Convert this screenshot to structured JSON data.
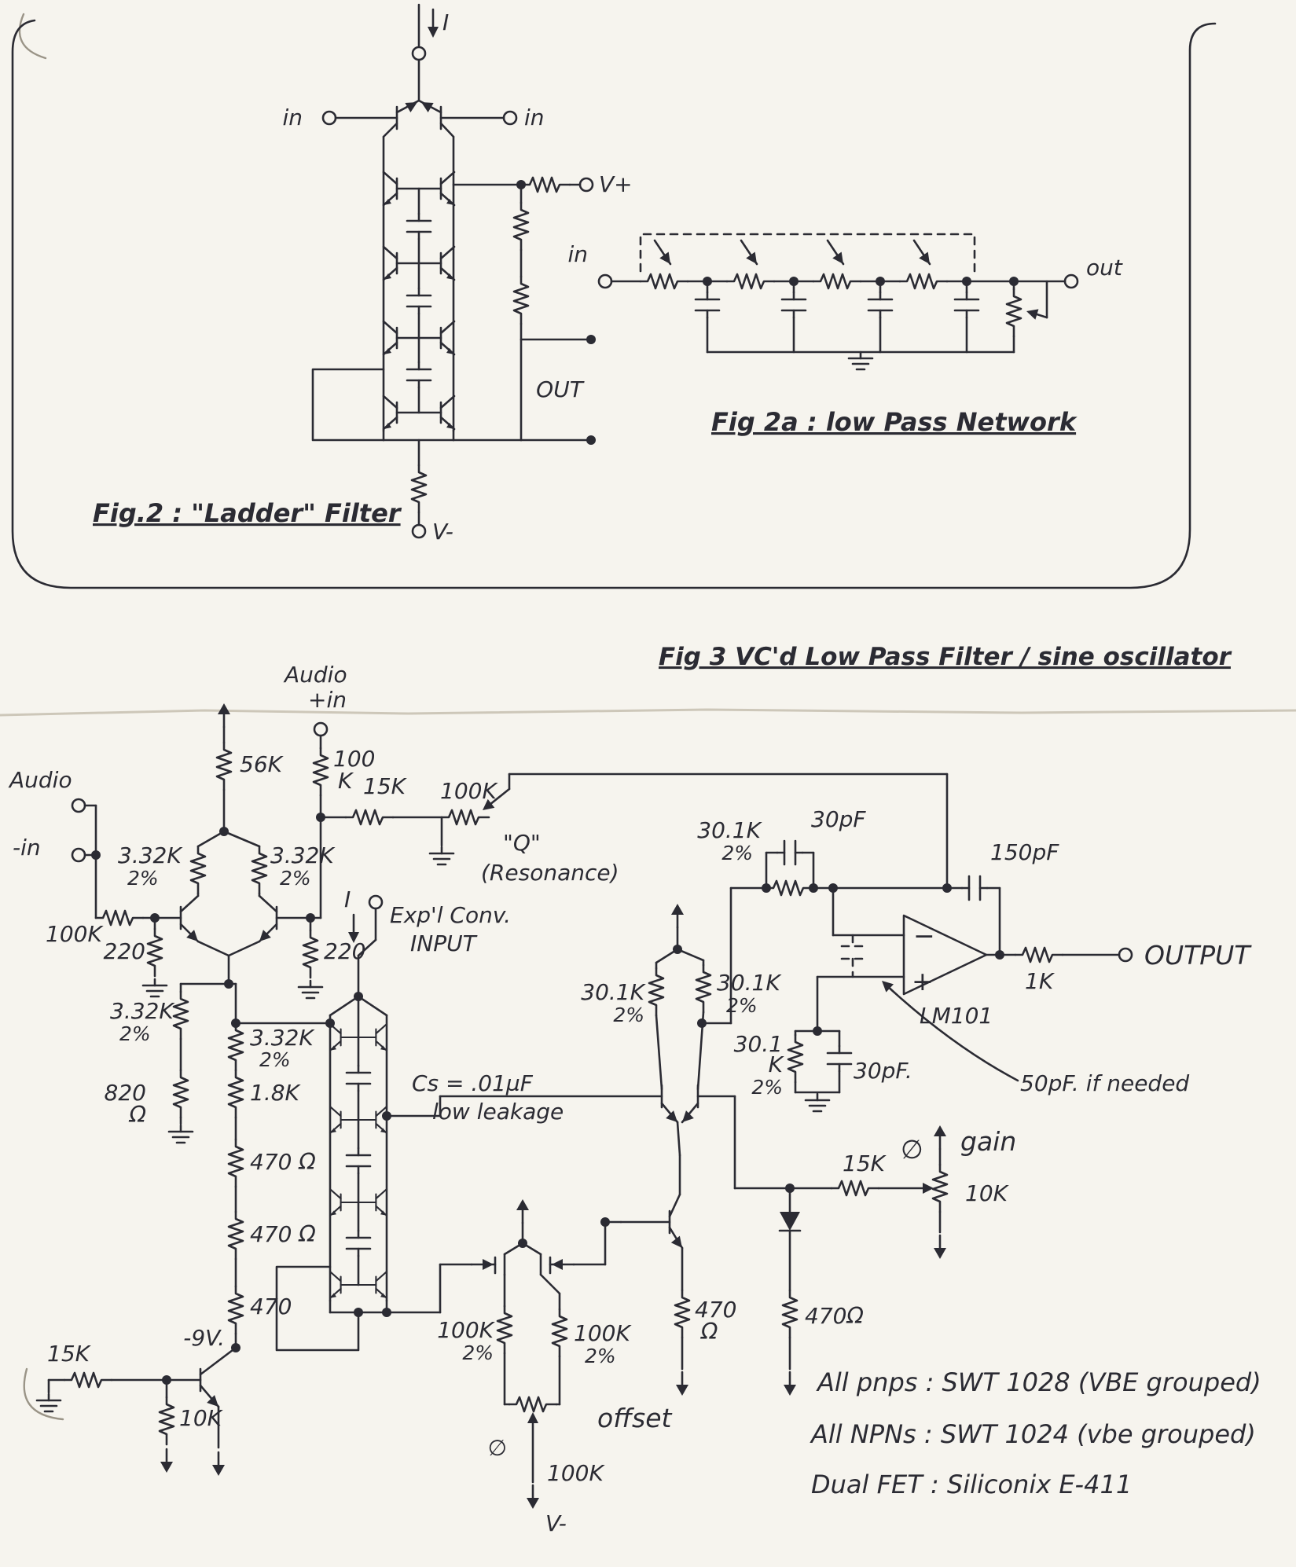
{
  "page": {
    "bg": "#f6f4ee",
    "ink": "#2b2b33"
  },
  "fig2": {
    "caption": "Fig.2 : \"Ladder\" Filter",
    "i": "I",
    "in_left": "in",
    "in_right": "in",
    "vplus": "V+",
    "out": "OUT",
    "vminus": "V-"
  },
  "fig2a": {
    "caption": "Fig 2a : low Pass Network",
    "in": "in",
    "out": "out"
  },
  "fig3": {
    "title": "Fig 3  VC'd Low Pass Filter / sine oscillator",
    "audio_top": "Audio",
    "plus_in": "+in",
    "audio_left": "Audio",
    "minus_in": "-in",
    "r56k": "56K",
    "r100_line1": "100",
    "r100_line2": "K",
    "r15k_q": "15K",
    "pot_q": "100K",
    "q": "\"Q\"",
    "resonance": "(Resonance)",
    "r332k": "3.32K",
    "pct": "2%",
    "r100k_in": "100K",
    "r220_l": "220",
    "r220_r": "220",
    "i": "I",
    "expl": "Exp'l Conv.",
    "input": "INPUT",
    "r820": "820",
    "ohm": "Ω",
    "r18k": "1.8K",
    "cs": "Cs = .01µF",
    "low_leakage": "low leakage",
    "r470a": "470 Ω",
    "r470b": "470 Ω",
    "r470c": "470",
    "neg9v": "-9V.",
    "r15k_b": "15K",
    "r10k": "10K",
    "r301k": "30.1K",
    "c30pf": "30pF",
    "c150pf": "150pF",
    "r301_1": "30.1",
    "r301_2": "K",
    "c30pf_b": "30pF.",
    "c50pf": "50pF. if needed",
    "minus": "−",
    "plus": "+",
    "lm101": "LM101",
    "r1k": "1K",
    "output": "OUTPUT",
    "r15k_g": "15K",
    "phase": "∅",
    "gain": "gain",
    "pot_gain": "10K",
    "r470d": "470",
    "r470e": "470Ω",
    "r100k_o": "100K",
    "offset": "offset",
    "pot_offset": "100K",
    "vminus": "V-"
  },
  "notes": {
    "pnps": "All pnps :  SWT 1028  (VBE grouped)",
    "npns": "All NPNs :  SWT 1024  (vbe grouped)",
    "fets": "Dual FET :  Siliconix E-411"
  }
}
